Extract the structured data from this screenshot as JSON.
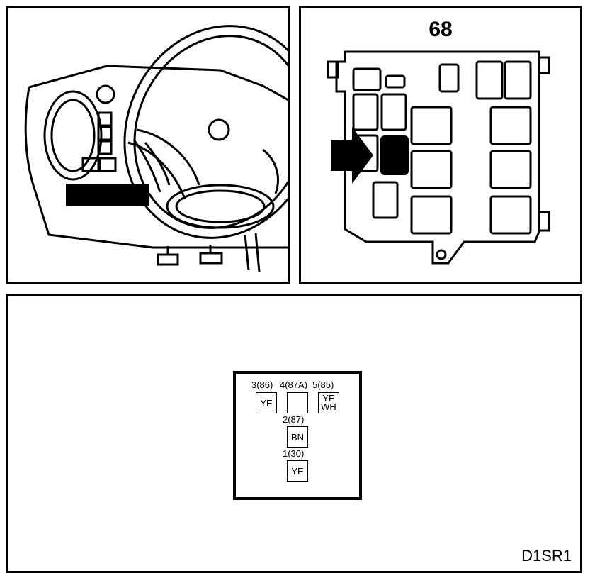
{
  "fuse_panel": {
    "title": "68"
  },
  "connector": {
    "pins": [
      {
        "label": "3(86)",
        "wire": "YE"
      },
      {
        "label": "4(87A)",
        "wire": ""
      },
      {
        "label": "5(85)",
        "wire_line1": "YE",
        "wire_line2": "WH"
      },
      {
        "label": "2(87)",
        "wire": "BN"
      },
      {
        "label": "1(30)",
        "wire": "YE"
      }
    ]
  },
  "diagram_code": "D1SR1",
  "icons": [
    "steering-wheel-icon",
    "arrow-right-icon"
  ]
}
